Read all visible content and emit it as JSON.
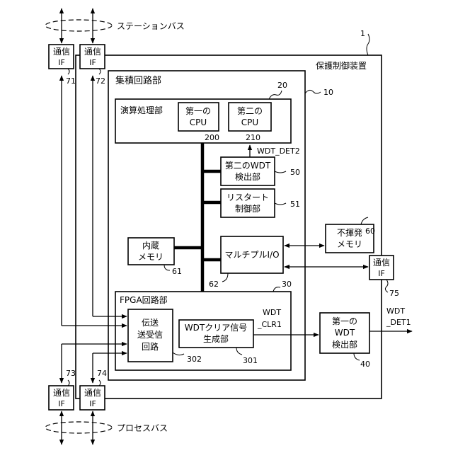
{
  "labels": {
    "station_bus": "ステーションバス",
    "process_bus": "プロセスバス",
    "protection_device": "保護制御装置",
    "ref_device": "1",
    "integrated_circuit": "集積回路部",
    "ref_ic": "10",
    "arithmetic_unit": "演算処理部",
    "ref_arith": "20",
    "cpu1_line1": "第一の",
    "cpu1_line2": "CPU",
    "ref_cpu1": "200",
    "cpu2_line1": "第二の",
    "cpu2_line2": "CPU",
    "ref_cpu2": "210",
    "wdt_det2": "WDT_DET2",
    "wdt2_line1": "第二のWDT",
    "wdt2_line2": "検出部",
    "ref_wdt2": "50",
    "restart_line1": "リスタート",
    "restart_line2": "制御部",
    "ref_restart": "51",
    "memory_line1": "内蔵",
    "memory_line2": "メモリ",
    "ref_memory": "61",
    "multiplexer": "マルチプルI/O",
    "ref_mux": "62",
    "nvmem_line1": "不揮発",
    "nvmem_line2": "メモリ",
    "ref_nvmem": "60",
    "fpga": "FPGA回路部",
    "ref_fpga": "30",
    "trx_line1": "伝送",
    "trx_line2": "送受信",
    "trx_line3": "回路",
    "ref_trx": "302",
    "wdtclr_line1": "WDTクリア信号",
    "wdtclr_line2": "生成部",
    "ref_wdtclr": "301",
    "wdt_clr1_line1": "WDT",
    "wdt_clr1_line2": "_CLR1",
    "wdt1_line1": "第一の",
    "wdt1_line2": "WDT",
    "wdt1_line3": "検出部",
    "ref_wdt1": "40",
    "wdt_det1_line1": "WDT",
    "wdt_det1_line2": "_DET1",
    "comm_line1": "通信",
    "comm_line2": "IF",
    "ref_comm71": "71",
    "ref_comm72": "72",
    "ref_comm73": "73",
    "ref_comm74": "74",
    "ref_comm75": "75"
  }
}
